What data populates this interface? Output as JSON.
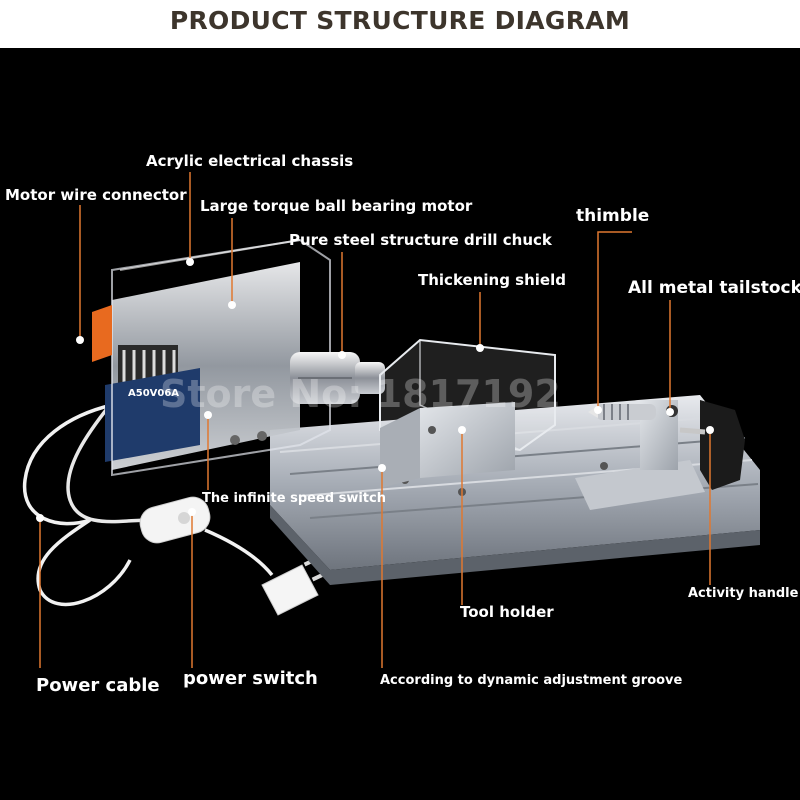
{
  "title": "PRODUCT STRUCTURE DIAGRAM",
  "labels": {
    "motor_wire_connector": "Motor wire connector",
    "acrylic_chassis": "Acrylic electrical chassis",
    "motor": "Large torque ball bearing motor",
    "drill_chuck": "Pure steel structure drill chuck",
    "thickening_shield": "Thickening shield",
    "thimble": "thimble",
    "tailstock": "All metal tailstock",
    "speed_switch": "The infinite speed switch",
    "activity_handle": "Activity handle",
    "tool_holder": "Tool holder",
    "power_cable": "Power cable",
    "power_switch": "power switch",
    "adjustment_groove": "According to dynamic adjustment groove"
  },
  "watermark": "Store No: 1817192",
  "plate_text": "A50V06A",
  "colors": {
    "background": "#000000",
    "header": "#ffffff",
    "title": "#3d352c",
    "leader_line": "#e07830",
    "label": "#ffffff"
  }
}
